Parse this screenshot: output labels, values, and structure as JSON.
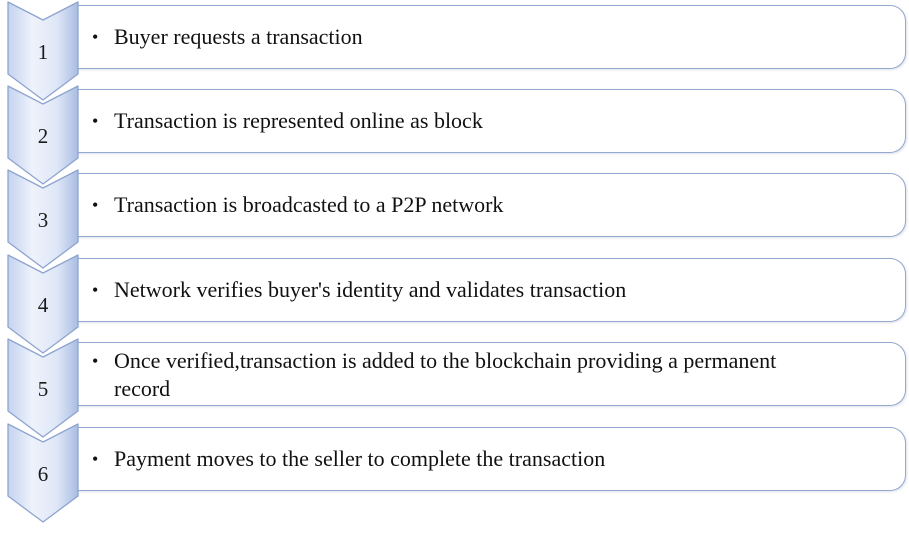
{
  "steps": [
    {
      "number": "1",
      "text": "Buyer requests a transaction"
    },
    {
      "number": "2",
      "text": "Transaction is represented online as block"
    },
    {
      "number": "3",
      "text": "Transaction is broadcasted to a P2P network"
    },
    {
      "number": "4",
      "text": "Network verifies buyer's identity and validates transaction"
    },
    {
      "number": "5",
      "text": "Once verified,transaction is added to the blockchain providing  a permanent record"
    },
    {
      "number": "6",
      "text": "Payment moves to the seller to complete the transaction"
    }
  ],
  "colors": {
    "chevron_light": "#eef2fb",
    "chevron_dark": "#a9bde3",
    "chevron_border": "#8ea4cf",
    "box_border": "#93a7cf"
  }
}
